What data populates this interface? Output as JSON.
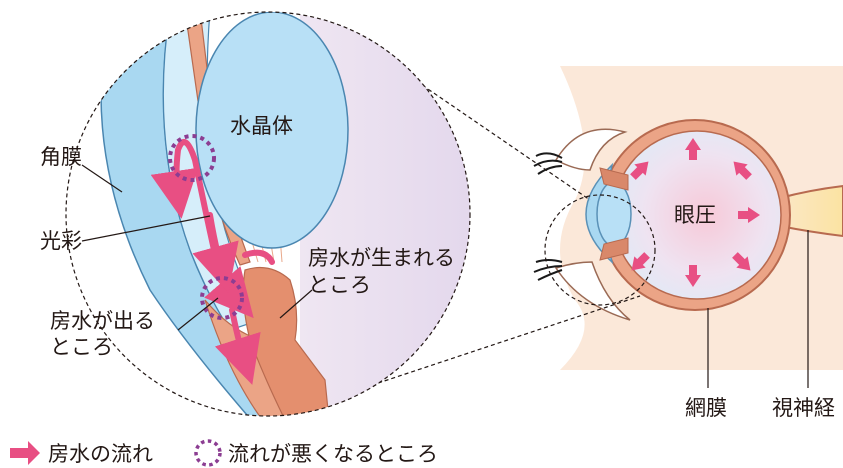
{
  "labels": {
    "lens": "水晶体",
    "cornea": "角膜",
    "iris": "光彩",
    "aqueous_produced_line1": "房水が生まれる",
    "aqueous_produced_line2": "ところ",
    "aqueous_exit_line1": "房水が出る",
    "aqueous_exit_line2": "ところ",
    "intraocular_pressure": "眼圧",
    "retina": "網膜",
    "optic_nerve": "視神経"
  },
  "legend": {
    "flow": "房水の流れ",
    "blockage": "流れが悪くなるところ"
  },
  "colors": {
    "cornea_blue": "#a9d8f1",
    "lens_blue": "#b8e0f6",
    "tissue_salmon": "#eba486",
    "tissue_dark": "#d9886a",
    "flow_pink": "#e84f83",
    "blockage_purple": "#8c3d92",
    "skin": "#fbe8d9",
    "chamber_lavender": "#ece3f1"
  }
}
